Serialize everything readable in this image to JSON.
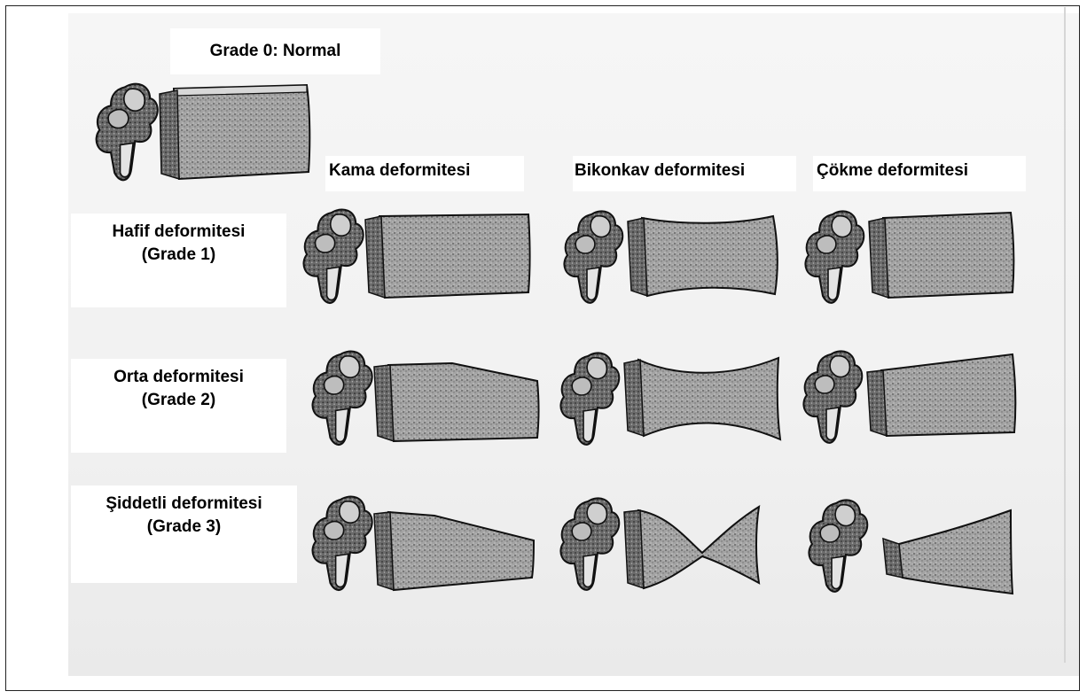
{
  "figure": {
    "grade0_label": "Grade 0: Normal",
    "columns": [
      "Kama deformitesi",
      "Bikonkav deformitesi",
      "Çökme deformitesi"
    ],
    "rows": [
      {
        "name": "Hafif deformitesi",
        "grade": "(Grade 1)"
      },
      {
        "name": "Orta  deformitesi",
        "grade": "(Grade 2)"
      },
      {
        "name": "Şiddetli  deformitesi",
        "grade": "(Grade 3)"
      }
    ]
  },
  "colors": {
    "bone_fill": "#9a9a9a",
    "bone_dark": "#4a4a4a",
    "outline": "#111111",
    "scan_background": "#f2f2f2"
  }
}
